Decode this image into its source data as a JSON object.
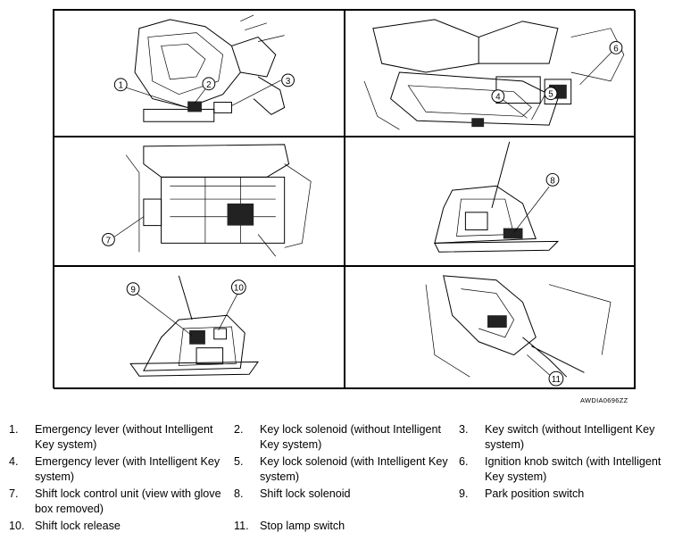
{
  "figure_code": "AWDIA0696ZZ",
  "callouts": [
    "1",
    "2",
    "3",
    "4",
    "5",
    "6",
    "7",
    "8",
    "9",
    "10",
    "11"
  ],
  "legend": [
    {
      "num": "1.",
      "text_lines": [
        "Emergency lever (without Intelligent",
        "Key system)"
      ]
    },
    {
      "num": "2.",
      "text_lines": [
        "Key lock solenoid (without Intelligent",
        "Key system)"
      ]
    },
    {
      "num": "3.",
      "text_lines": [
        "Key switch (without Intelligent Key",
        "system)"
      ]
    },
    {
      "num": "4.",
      "text_lines": [
        "Emergency lever (with Intelligent Key",
        "system)"
      ]
    },
    {
      "num": "5.",
      "text_lines": [
        "Key lock solenoid (with Intelligent Key",
        "system)"
      ]
    },
    {
      "num": "6.",
      "text_lines": [
        "Ignition knob switch (with Intelligent",
        "Key system)"
      ]
    },
    {
      "num": "7.",
      "text_lines": [
        "Shift lock control unit (view with glove",
        "box removed)"
      ]
    },
    {
      "num": "8.",
      "text_lines": [
        "Shift lock solenoid"
      ]
    },
    {
      "num": "9.",
      "text_lines": [
        "Park position switch"
      ]
    },
    {
      "num": "10.",
      "text_lines": [
        "Shift lock release"
      ]
    },
    {
      "num": "11.",
      "text_lines": [
        "Stop lamp switch"
      ]
    }
  ]
}
